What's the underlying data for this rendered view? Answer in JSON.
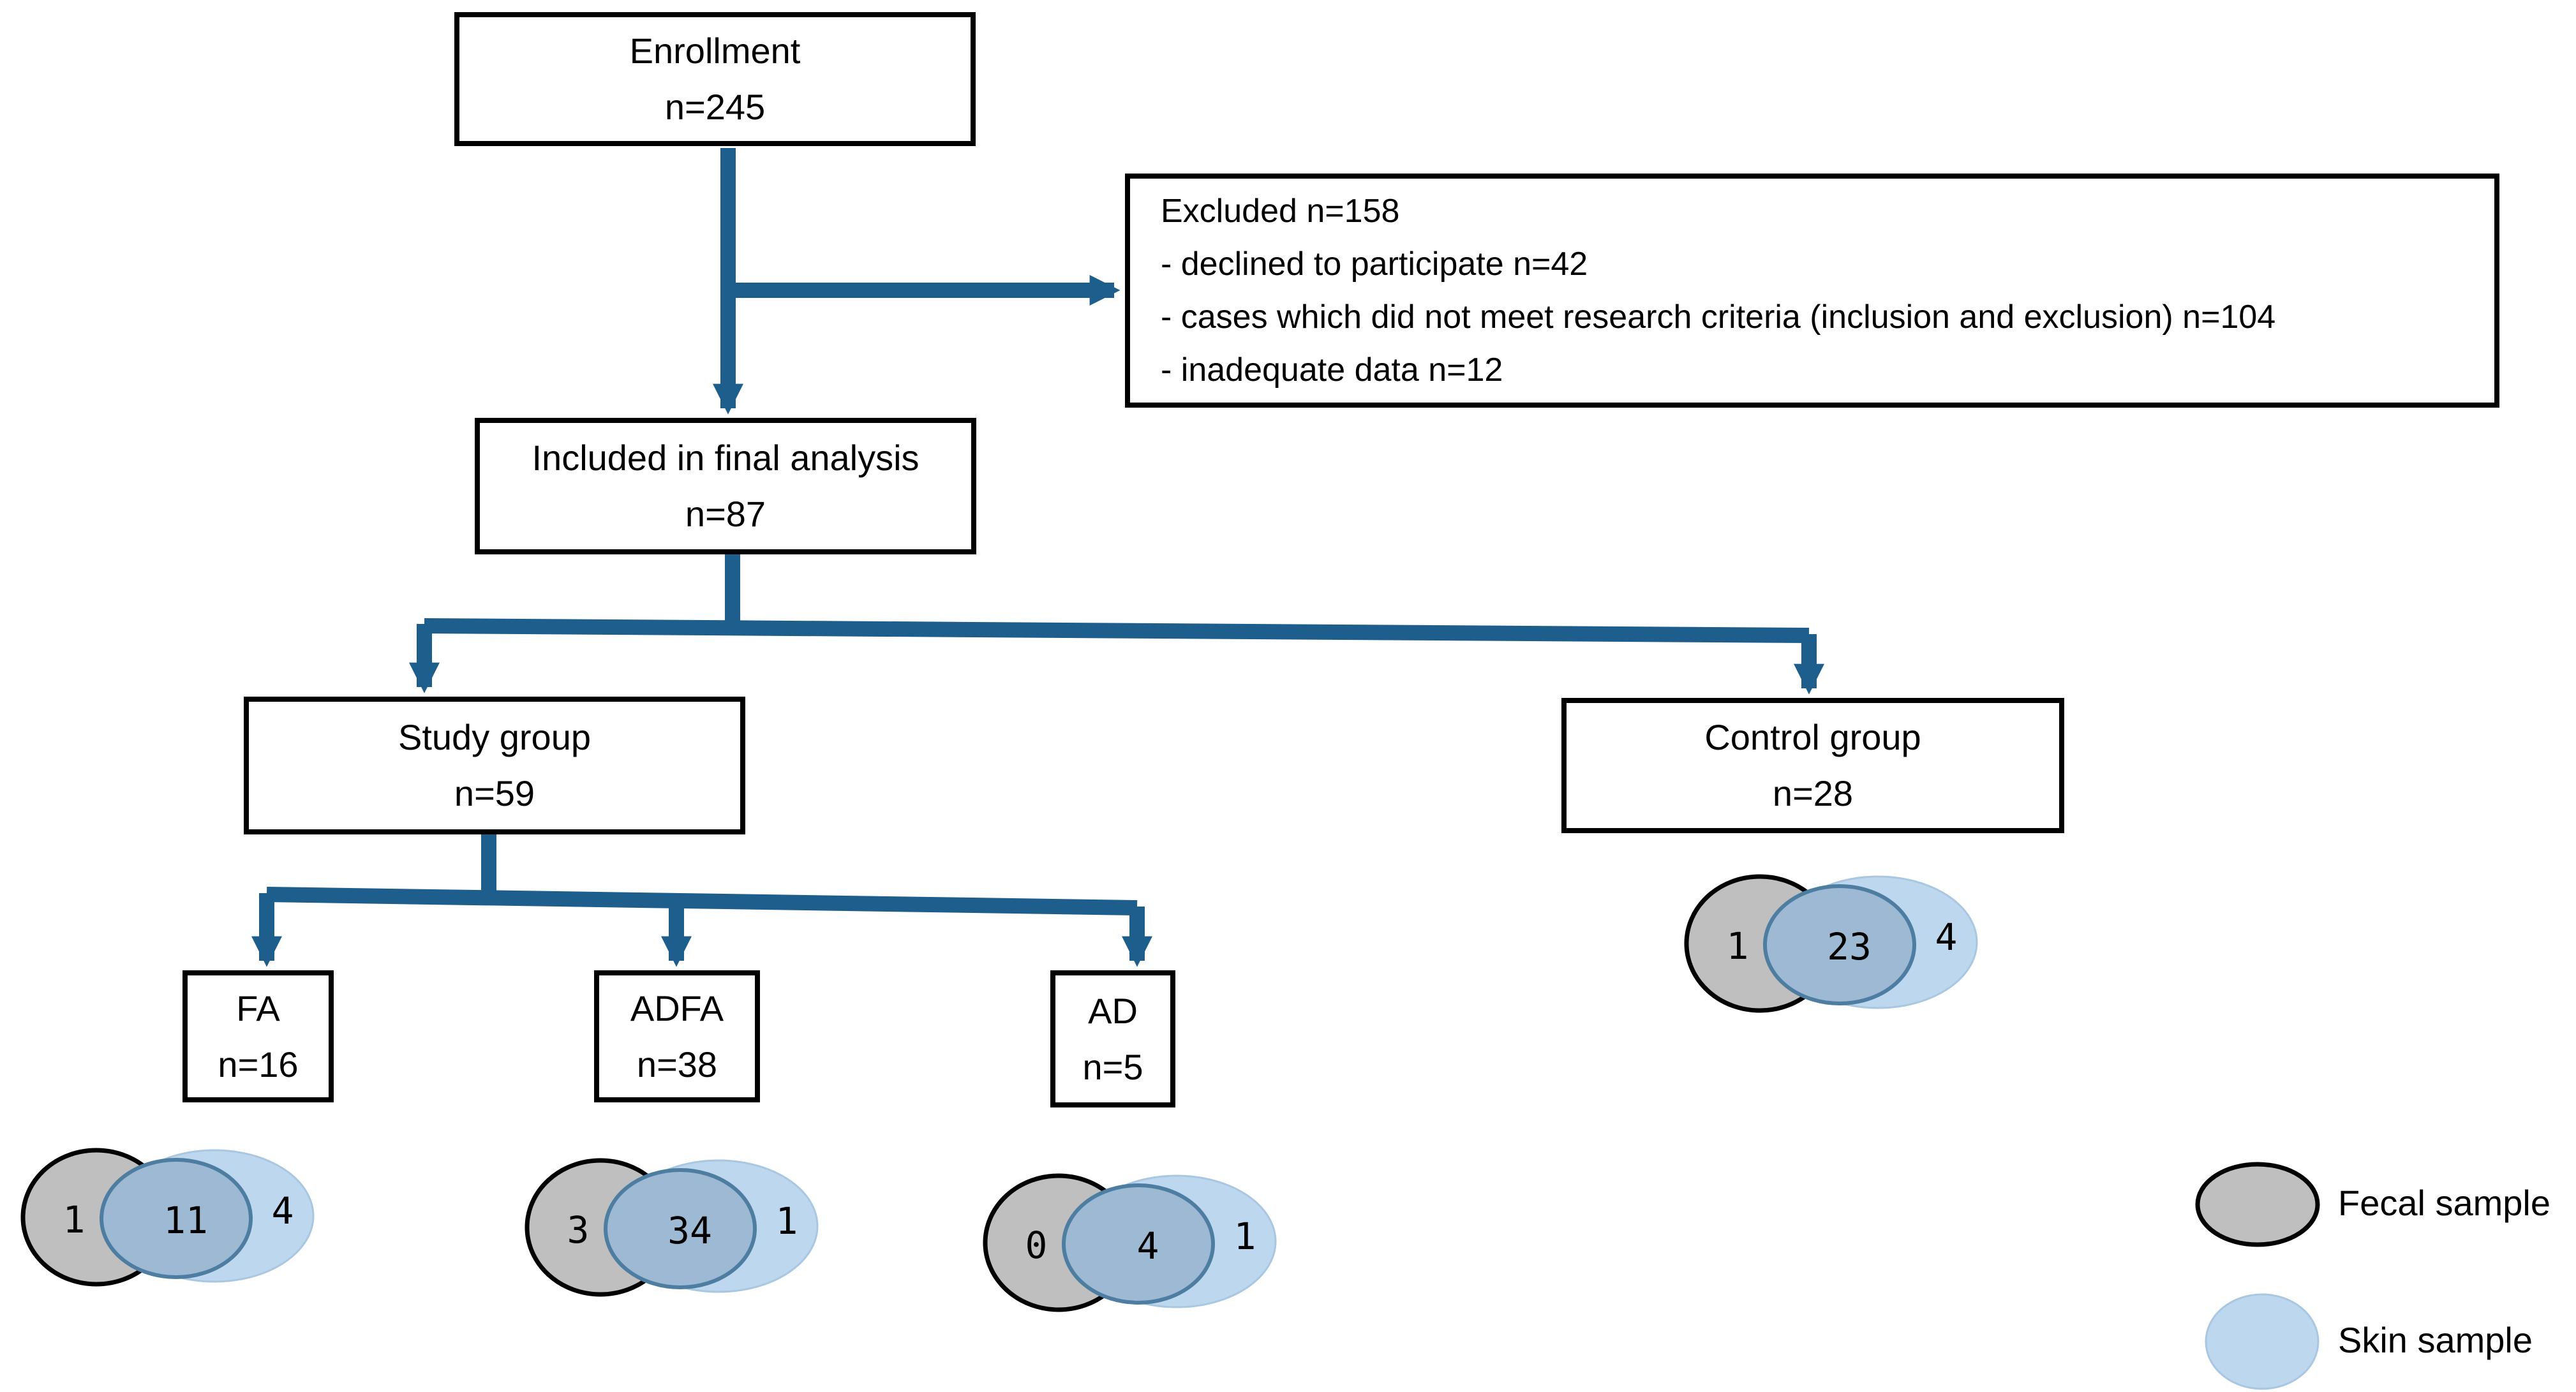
{
  "flowchart": {
    "enrollment": {
      "label": "Enrollment",
      "count": "n=245"
    },
    "excluded": {
      "line1": "Excluded n=158",
      "line2": "- declined to participate n=42",
      "line3": "- cases which did not meet research criteria (inclusion and exclusion) n=104",
      "line4": "- inadequate data n=12"
    },
    "included": {
      "label": "Included in final analysis",
      "count": "n=87"
    },
    "study_group": {
      "label": "Study group",
      "count": "n=59"
    },
    "control_group": {
      "label": "Control group",
      "count": "n=28"
    },
    "fa_group": {
      "label": "FA",
      "count": "n=16"
    },
    "adfa_group": {
      "label": "ADFA",
      "count": "n=38"
    },
    "ad_group": {
      "label": "AD",
      "count": "n=5"
    }
  },
  "venn_diagrams": {
    "fa": {
      "fecal_only": "1",
      "both": "11",
      "skin_only": "4"
    },
    "adfa": {
      "fecal_only": "3",
      "both": "34",
      "skin_only": "1"
    },
    "ad": {
      "fecal_only": "0",
      "both": "4",
      "skin_only": "1"
    },
    "control": {
      "fecal_only": "1",
      "both": "23",
      "skin_only": "4"
    }
  },
  "legend": {
    "fecal_label": "Fecal sample",
    "skin_label": "Skin sample"
  },
  "colors": {
    "connector": "#1E5E8C",
    "box_border": "#000000",
    "fecal_fill": "#BFBFBF",
    "fecal_stroke": "#000000",
    "skin_fill": "#BDD7EE",
    "skin_stroke": "#A9C7E0",
    "overlap_fill": "#9DB9D3",
    "overlap_stroke": "#4D7DA1"
  }
}
